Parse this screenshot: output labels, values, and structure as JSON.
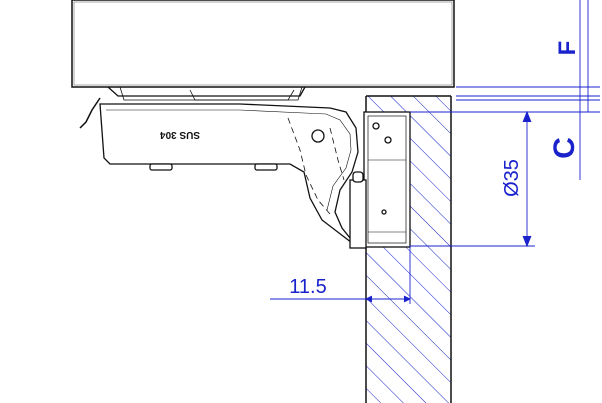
{
  "drawing": {
    "dimensions": {
      "offset": "11.5",
      "diameter": "Ø35"
    },
    "labels": {
      "f": "F",
      "c": "C"
    },
    "engraving": "SUS 304"
  },
  "colors": {
    "line": "#111111",
    "dimension": "#1a22cc",
    "hatch": "#1a22cc"
  }
}
